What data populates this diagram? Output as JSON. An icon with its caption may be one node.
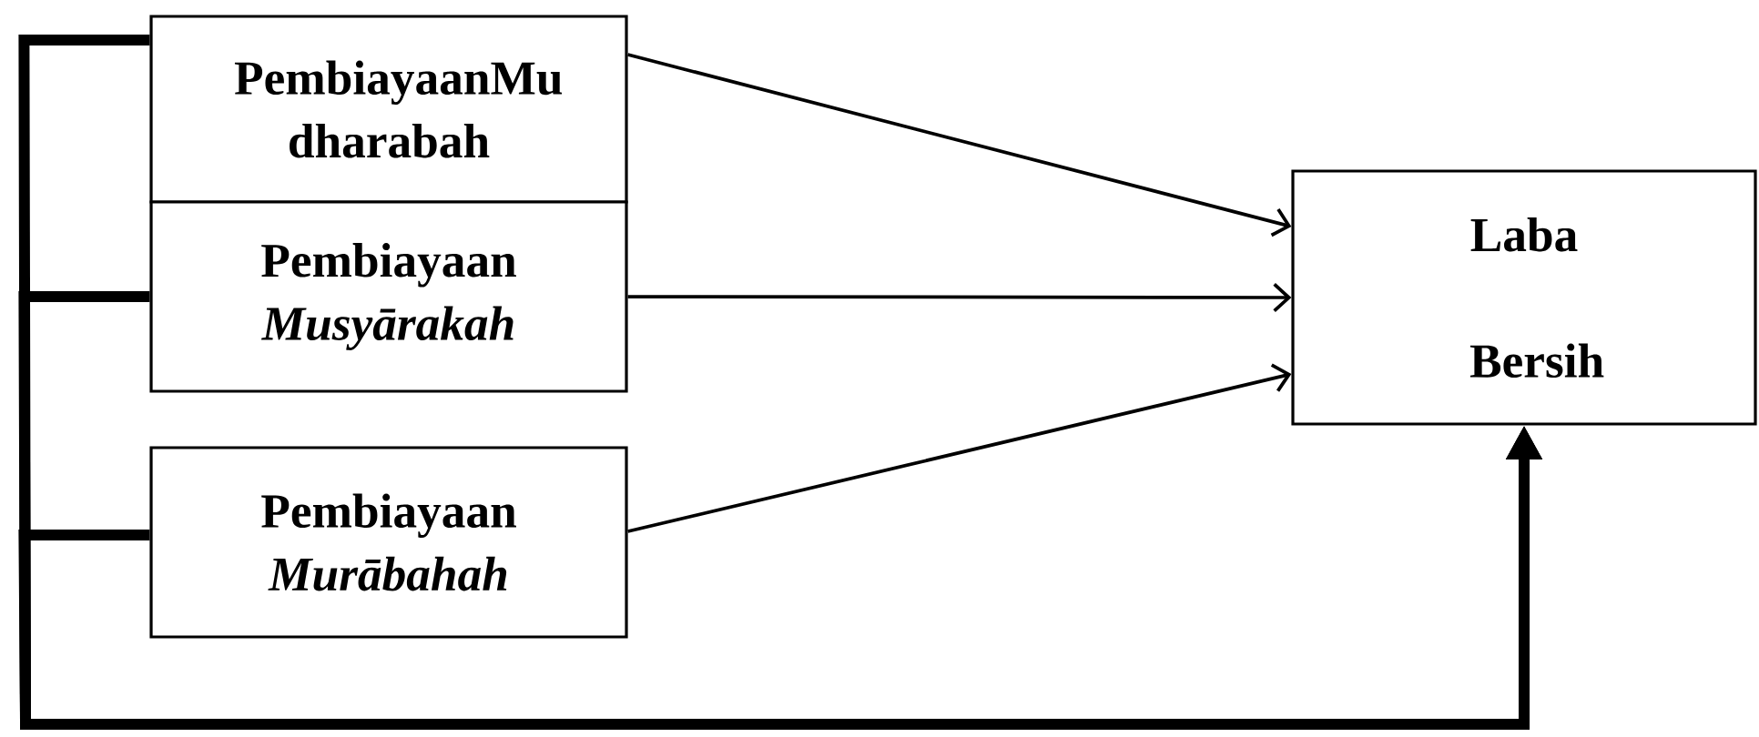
{
  "diagram": {
    "nodes": [
      {
        "text": [
          "PembiayaanMu dharabah"
        ]
      },
      {
        "text": [
          "Pembiayaan *Musyārakah*"
        ]
      },
      {
        "text": [
          "Pembiayaan *Murābahah*"
        ]
      },
      {
        "text": [
          "Laba Bersih"
        ]
      }
    ],
    "edges": [
      {
        "from": 0,
        "to": 3,
        "arrow": "to"
      },
      {
        "from": 1,
        "to": 3,
        "arrow": "to"
      },
      {
        "from": 2,
        "to": 3,
        "arrow": "to"
      },
      {
        "from": 0,
        "to": 3,
        "arrow": "to",
        "style": "thick"
      },
      {
        "from": 1,
        "to": 3,
        "arrow": "to",
        "style": "thick"
      },
      {
        "from": 2,
        "to": 3,
        "arrow": "to",
        "style": "thick"
      }
    ]
  }
}
